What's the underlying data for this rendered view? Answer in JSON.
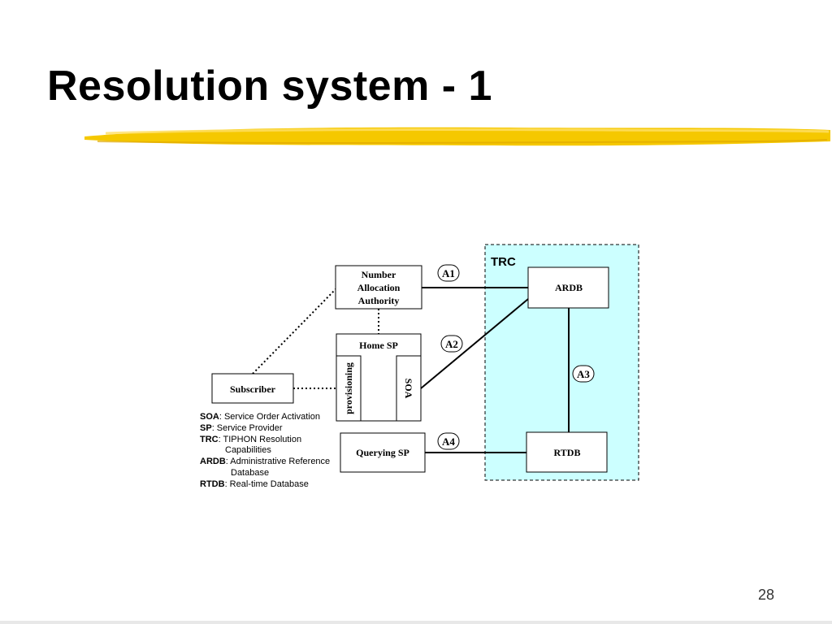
{
  "slide": {
    "title": "Resolution system - 1",
    "page_number": "28",
    "highlight_color": "#F5C800"
  },
  "diagram": {
    "trc_region": {
      "label": "TRC",
      "fill": "#CCFFFF"
    },
    "boxes": {
      "number_allocation_authority": [
        "Number",
        "Allocation",
        "Authority"
      ],
      "home_sp": "Home SP",
      "provisioning": "provisioning",
      "soa": "SOA",
      "subscriber": "Subscriber",
      "querying_sp": "Querying SP",
      "ardb": "ARDB",
      "rtdb": "RTDB"
    },
    "interfaces": {
      "a1": "A1",
      "a2": "A2",
      "a3": "A3",
      "a4": "A4"
    }
  },
  "legend": [
    {
      "term": "SOA",
      "text": ": Service Order Activation",
      "cont": ""
    },
    {
      "term": "SP",
      "text": ": Service Provider",
      "cont": ""
    },
    {
      "term": "TRC",
      "text": ": TIPHON Resolution",
      "cont": "Capabilities"
    },
    {
      "term": "ARDB",
      "text": ": Administrative Reference",
      "cont": "Database"
    },
    {
      "term": "RTDB",
      "text": ": Real-time Database",
      "cont": ""
    }
  ]
}
